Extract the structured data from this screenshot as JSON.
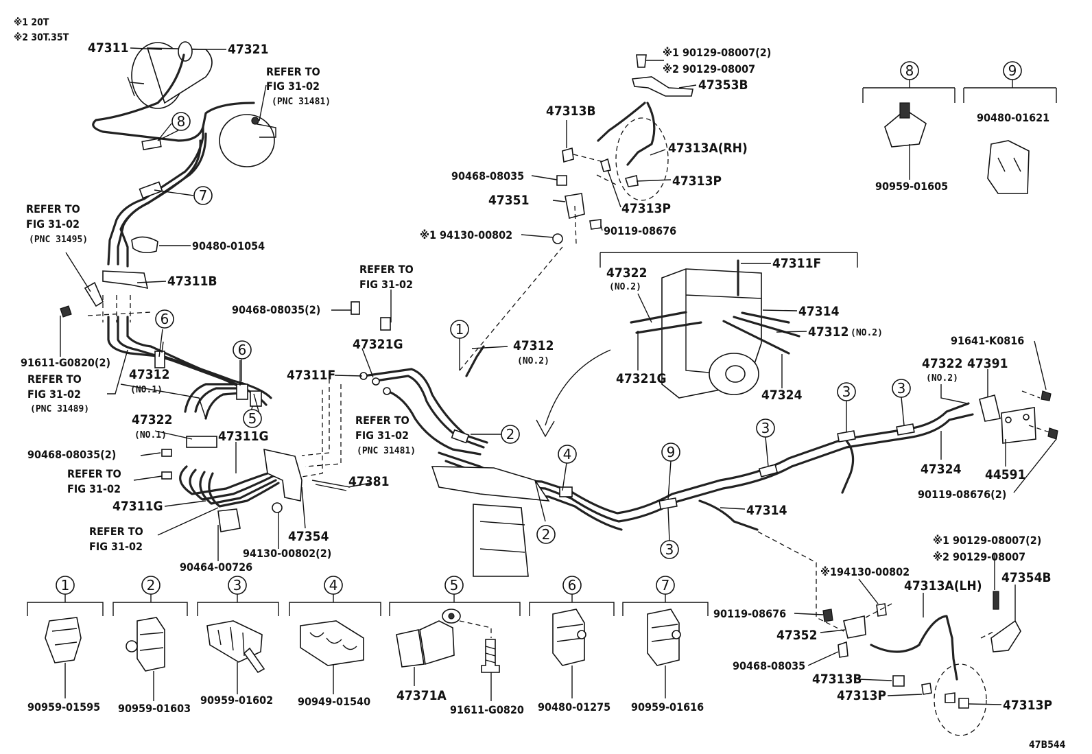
{
  "notes": {
    "note1": "※1 20T",
    "note2": "※2 30T.35T"
  },
  "diagram_code": "47B544",
  "labels": {
    "p47311": "47311",
    "p47321": "47321",
    "refer_a1": "REFER TO",
    "refer_a2": "FIG 31-02",
    "refer_a3": "(PNC 31481)",
    "refer_b1": "REFER TO",
    "refer_b2": "FIG 31-02",
    "refer_b3": "(PNC 31495)",
    "p90480_01054": "90480-01054",
    "p47311B": "47311B",
    "p91611_g0820_2": "91611-G0820(2)",
    "refer_c1": "REFER TO",
    "refer_c2": "FIG 31-02",
    "refer_c3": "(PNC 31489)",
    "p47312_no1": "47312",
    "p47312_no1_sub": "(NO.1)",
    "p47322_no1": "47322",
    "p47322_no1_sub": "(NO.1)",
    "p47311G_a": "47311G",
    "p90468_08035_2a": "90468-08035(2)",
    "refer_d1": "REFER TO",
    "refer_d2": "FIG 31-02",
    "p47311G_b": "47311G",
    "refer_e1": "REFER TO",
    "refer_e2": "FIG 31-02",
    "p90464_00726": "90464-00726",
    "p47354": "47354",
    "p94130_00802_2": "94130-00802(2)",
    "p47381": "47381",
    "p90468_08035_2b": "90468-08035(2)",
    "refer_f1": "REFER TO",
    "refer_f2": "FIG 31-02",
    "p47321G_a": "47321G",
    "p47311F_a": "47311F",
    "refer_g1": "REFER TO",
    "refer_g2": "FIG 31-02",
    "refer_g3": "(PNC 31481)",
    "p47312_no2a": "47312",
    "p47312_no2a_sub": "(NO.2)",
    "top_bolt_1": "※1 90129-08007(2)",
    "top_bolt_2": "※2 90129-08007",
    "p47353B": "47353B",
    "p47313B_a": "47313B",
    "p47313A_rh": "47313A(RH)",
    "p90468_08035_a": "90468-08035",
    "p47313P_a": "47313P",
    "p47351": "47351",
    "p47313P_b": "47313P",
    "p90119_08676_a": "90119-08676",
    "p94130_00802_a": "※1 94130-00802",
    "p47322_no2a": "47322",
    "p47322_no2a_sub": "(NO.2)",
    "p47311F_b": "47311F",
    "p47314_a": "47314",
    "p47312_no2b": "47312",
    "p47312_no2b_sub": "(NO.2)",
    "p47321G_b": "47321G",
    "p47324_a": "47324",
    "p90959_01605": "90959-01605",
    "p90480_01621": "90480-01621",
    "p91641_k0816": "91641-K0816",
    "p47322_no2b": "47322",
    "p47322_no2b_sub": "(NO.2)",
    "p47391": "47391",
    "p47324_b": "47324",
    "p44591": "44591",
    "p90119_08676_2": "90119-08676(2)",
    "p47314_b": "47314",
    "rb_bolt_1": "※1 90129-08007(2)",
    "rb_bolt_2": "※2 90129-08007",
    "p94130_00802_b": "※194130-00802",
    "p47313A_lh": "47313A(LH)",
    "p47354B": "47354B",
    "p90119_08676_b": "90119-08676",
    "p47352": "47352",
    "p90468_08035_b": "90468-08035",
    "p47313B_b": "47313B",
    "p47313P_c": "47313P",
    "p47313P_d": "47313P"
  },
  "callouts": {
    "c1": "1",
    "c2": "2",
    "c3": "3",
    "c4": "4",
    "c5": "5",
    "c6": "6",
    "c7": "7",
    "c8": "8",
    "c9": "9"
  },
  "legend": {
    "l1": "90959-01595",
    "l2": "90959-01603",
    "l3": "90959-01602",
    "l4": "90949-01540",
    "l5a": "47371A",
    "l5b": "91611-G0820",
    "l6": "90480-01275",
    "l7": "90959-01616"
  }
}
